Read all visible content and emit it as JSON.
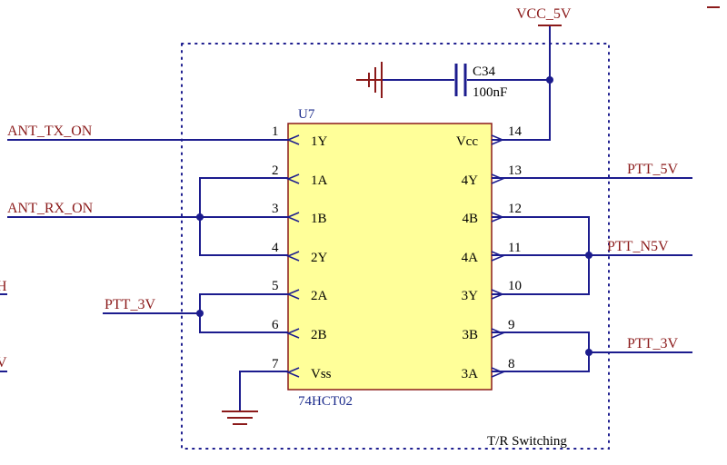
{
  "schematic": {
    "block_label": "T/R Switching",
    "component": {
      "designator": "U7",
      "part": "74HCT02",
      "body_color": "#ffff99",
      "pins_left": [
        {
          "num": "1",
          "name": "1Y"
        },
        {
          "num": "2",
          "name": "1A"
        },
        {
          "num": "3",
          "name": "1B"
        },
        {
          "num": "4",
          "name": "2Y"
        },
        {
          "num": "5",
          "name": "2A"
        },
        {
          "num": "6",
          "name": "2B"
        },
        {
          "num": "7",
          "name": "Vss"
        }
      ],
      "pins_right": [
        {
          "num": "14",
          "name": "Vcc"
        },
        {
          "num": "13",
          "name": "4Y"
        },
        {
          "num": "12",
          "name": "4B"
        },
        {
          "num": "11",
          "name": "4A"
        },
        {
          "num": "10",
          "name": "3Y"
        },
        {
          "num": "9",
          "name": "3B"
        },
        {
          "num": "8",
          "name": "3A"
        }
      ]
    },
    "capacitor": {
      "designator": "C34",
      "value": "100nF"
    },
    "power_port": "VCC_5V",
    "nets": {
      "ant_tx_on": "ANT_TX_ON",
      "ant_rx_on": "ANT_RX_ON",
      "ptt_3v_left": "PTT_3V",
      "ptt_5v": "PTT_5V",
      "ptt_n5v": "PTT_N5V",
      "ptt_3v_right": "PTT_3V",
      "partial_left_1": "H",
      "partial_left_2": "V"
    },
    "colors": {
      "wire": "#1c1c8e",
      "net_label": "#8b1a1a",
      "designator": "#1a2a8b"
    }
  }
}
